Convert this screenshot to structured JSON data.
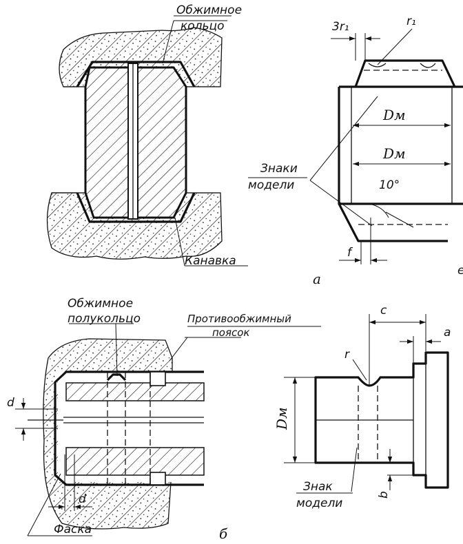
{
  "figure_a": {
    "label_ring": "Обжимное кольцо",
    "label_ring_line1": "Обжимное",
    "label_ring_line2": "кольцо",
    "label_groove": "Канавка",
    "label_3r1": "3r₁",
    "label_r1": "r₁",
    "label_dm_top": "Dм",
    "label_dm_bottom": "Dм",
    "label_marks_line1": "Знаки",
    "label_marks_line2": "модели",
    "label_angle": "10°",
    "label_f": "f",
    "label_e": "e",
    "caption": "а"
  },
  "figure_b": {
    "label_half_ring_line1": "Обжимное",
    "label_half_ring_line2": "полукольцо",
    "label_anti_line1": "Противообжимный",
    "label_anti_line2": "поясок",
    "label_d_top": "d",
    "label_d_bottom": "d",
    "label_chamfer": "Фаска",
    "label_c": "c",
    "label_a": "a",
    "label_r": "r",
    "label_dm": "Dм",
    "label_b": "b",
    "label_mark_line1": "Знак",
    "label_mark_line2": "модели",
    "caption": "б"
  }
}
